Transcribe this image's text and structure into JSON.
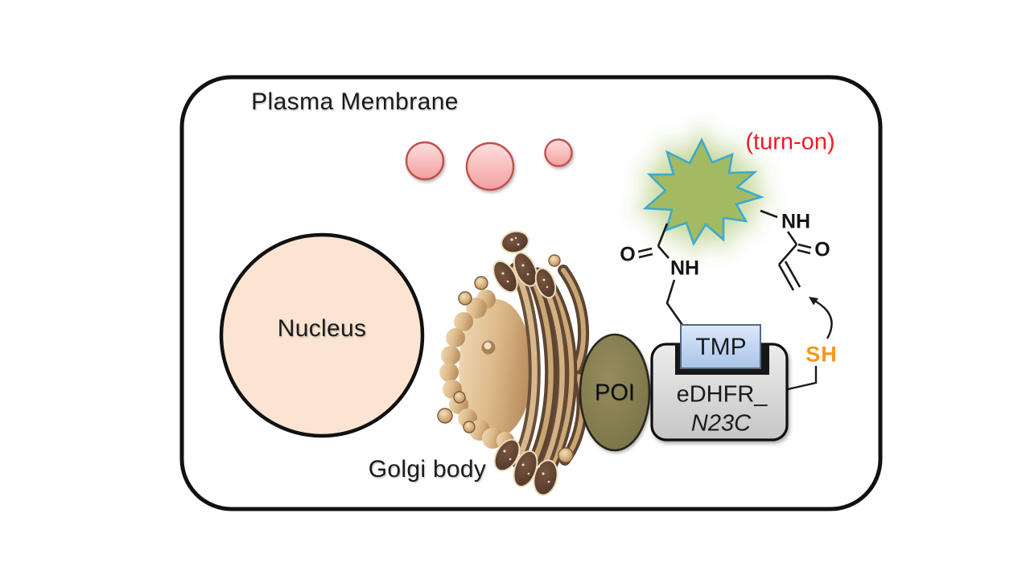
{
  "diagram_type": "cell-labeling-scheme",
  "labels": {
    "plasma_membrane": "Plasma Membrane",
    "nucleus": "Nucleus",
    "golgi_body": "Golgi body",
    "poi": "POI",
    "tmp": "TMP",
    "edhfr_line1": "eDHFR_",
    "edhfr_line2": "N23C",
    "sh": "SH",
    "turn_on": "(turn-on)"
  },
  "chem": {
    "left_carbonyl_o": "O",
    "left_amide_nh": "NH",
    "right_amide_nh": "NH",
    "right_carbonyl_o": "O"
  },
  "colors": {
    "membrane_outline": "#111111",
    "turn_on_text": "#ED1C24",
    "sh_text": "#F7941E",
    "nucleus_fill": "#FBE5D2",
    "pink_vesicle_fill": "#F9B9B9",
    "pink_vesicle_border": "#C0504D",
    "star_fill": "#A2BB63",
    "star_outline": "#3FA9CD",
    "star_glow": "#C3D79A",
    "poi_fill": "#857D50",
    "tmp_fill": "#BCD0EE",
    "edhfr_fill": "#D8D8D8",
    "golgi_dark_brown": "#5D4433",
    "golgi_tan": "#C9A672",
    "bond_color": "#1A1A1A"
  },
  "icons": {
    "fluorophore_star": "jagged-starburst-polygon",
    "golgi_organelle": "stacked-cisternae-illustration",
    "pink_vesicle": "shaded-circle",
    "reaction_arrow": "curved-arrow"
  }
}
